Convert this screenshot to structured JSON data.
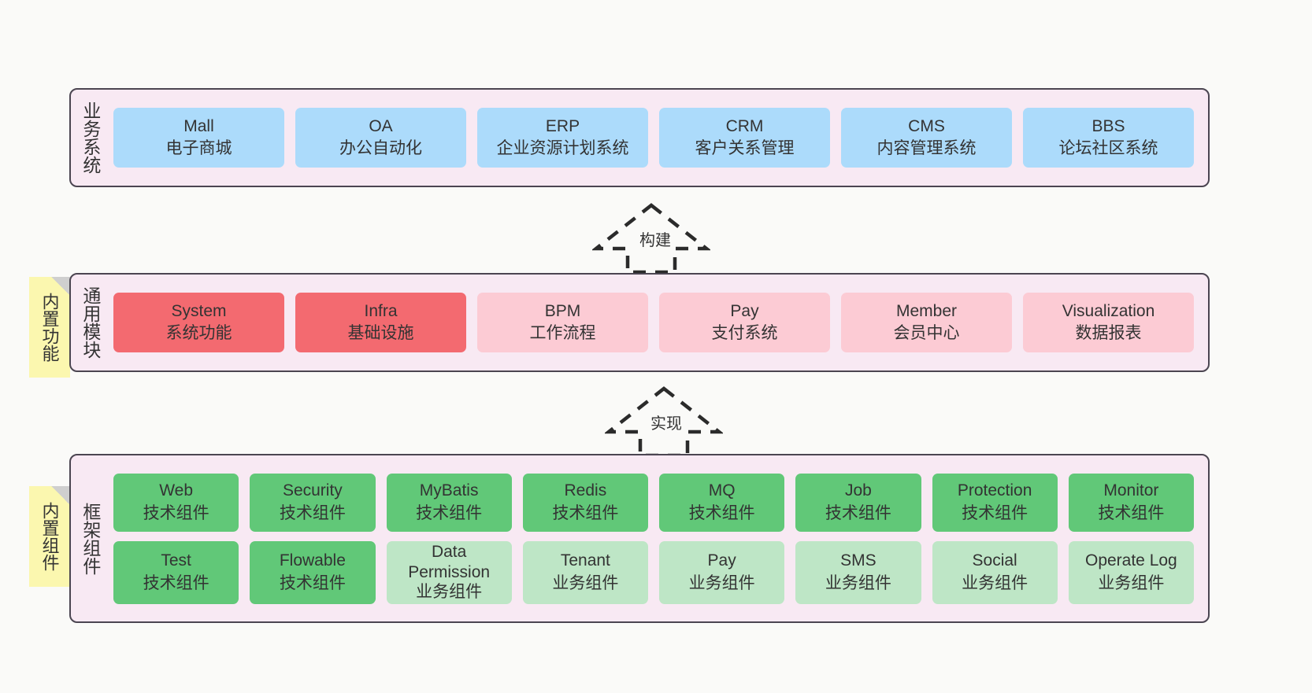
{
  "page": {
    "background": "#FAFAF8",
    "band_background": "#F8E9F3",
    "band_border": "#4B4551",
    "note_background": "#FBF7AF",
    "colors": {
      "blue": "#ACDBFB",
      "red": "#F36A70",
      "pink": "#FCCBD4",
      "green": "#61C878",
      "green_light": "#BEE6C6"
    }
  },
  "notes": [
    {
      "id": "builtin-function",
      "label": "内置功能"
    },
    {
      "id": "builtin-component",
      "label": "内置组件"
    }
  ],
  "arrows": [
    {
      "id": "build",
      "label": "构建",
      "style": "dashed-hollow-up"
    },
    {
      "id": "implement",
      "label": "实现",
      "style": "dashed-hollow-up"
    }
  ],
  "bands": {
    "business": {
      "title": "业务系统",
      "cards": [
        {
          "name": "Mall",
          "desc": "电子商城",
          "color": "blue"
        },
        {
          "name": "OA",
          "desc": "办公自动化",
          "color": "blue"
        },
        {
          "name": "ERP",
          "desc": "企业资源计划系统",
          "color": "blue"
        },
        {
          "name": "CRM",
          "desc": "客户关系管理",
          "color": "blue"
        },
        {
          "name": "CMS",
          "desc": "内容管理系统",
          "color": "blue"
        },
        {
          "name": "BBS",
          "desc": "论坛社区系统",
          "color": "blue"
        }
      ]
    },
    "modules": {
      "title": "通用模块",
      "cards": [
        {
          "name": "System",
          "desc": "系统功能",
          "color": "red"
        },
        {
          "name": "Infra",
          "desc": "基础设施",
          "color": "red"
        },
        {
          "name": "BPM",
          "desc": "工作流程",
          "color": "pink"
        },
        {
          "name": "Pay",
          "desc": "支付系统",
          "color": "pink"
        },
        {
          "name": "Member",
          "desc": "会员中心",
          "color": "pink"
        },
        {
          "name": "Visualization",
          "desc": "数据报表",
          "color": "pink"
        }
      ]
    },
    "framework": {
      "title": "框架组件",
      "row1": [
        {
          "name": "Web",
          "desc": "技术组件",
          "color": "green"
        },
        {
          "name": "Security",
          "desc": "技术组件",
          "color": "green"
        },
        {
          "name": "MyBatis",
          "desc": "技术组件",
          "color": "green"
        },
        {
          "name": "Redis",
          "desc": "技术组件",
          "color": "green"
        },
        {
          "name": "MQ",
          "desc": "技术组件",
          "color": "green"
        },
        {
          "name": "Job",
          "desc": "技术组件",
          "color": "green"
        },
        {
          "name": "Protection",
          "desc": "技术组件",
          "color": "green"
        },
        {
          "name": "Monitor",
          "desc": "技术组件",
          "color": "green"
        }
      ],
      "row2": [
        {
          "name": "Test",
          "desc": "技术组件",
          "color": "green"
        },
        {
          "name": "Flowable",
          "desc": "技术组件",
          "color": "green"
        },
        {
          "name": "Data Permission",
          "desc": "业务组件",
          "color": "green_light"
        },
        {
          "name": "Tenant",
          "desc": "业务组件",
          "color": "green_light"
        },
        {
          "name": "Pay",
          "desc": "业务组件",
          "color": "green_light"
        },
        {
          "name": "SMS",
          "desc": "业务组件",
          "color": "green_light"
        },
        {
          "name": "Social",
          "desc": "业务组件",
          "color": "green_light"
        },
        {
          "name": "Operate Log",
          "desc": "业务组件",
          "color": "green_light"
        }
      ]
    }
  }
}
